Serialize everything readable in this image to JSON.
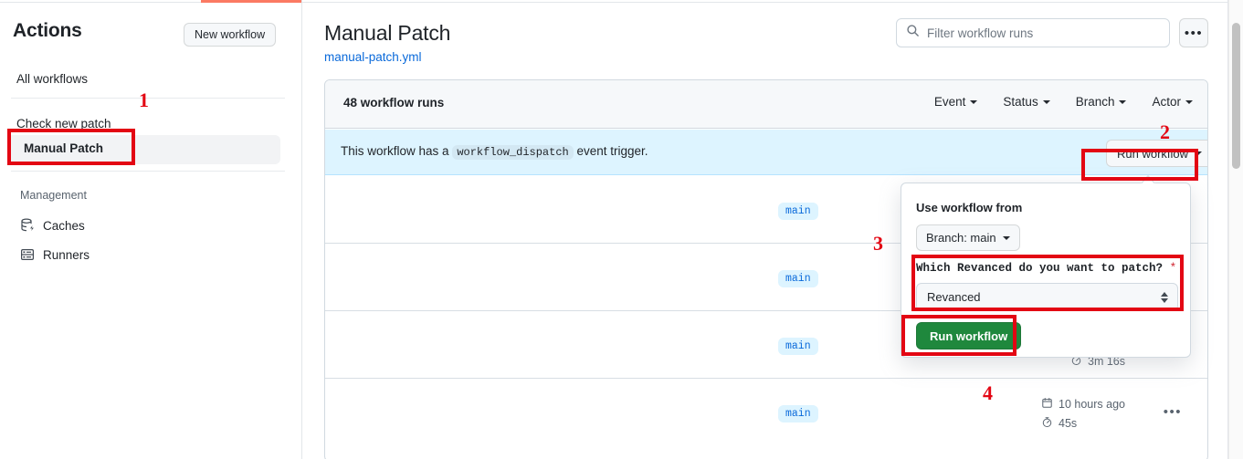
{
  "window": {
    "scrollbar": "vertical-scrollbar"
  },
  "sidebar": {
    "title": "Actions",
    "new_workflow_label": "New workflow",
    "all_workflows": "All workflows",
    "workflows": [
      {
        "label": "Check new patch",
        "active": false
      },
      {
        "label": "Manual Patch",
        "active": true
      }
    ],
    "management_heading": "Management",
    "management_items": [
      {
        "label": "Caches",
        "icon": "cache-icon"
      },
      {
        "label": "Runners",
        "icon": "server-icon"
      }
    ]
  },
  "header": {
    "title": "Manual Patch",
    "subtitle": "manual-patch.yml",
    "search_placeholder": "Filter workflow runs",
    "search_icon": "search-icon",
    "kebab_label": "•••"
  },
  "runs": {
    "count_label": "48 workflow runs",
    "filters": [
      {
        "label": "Event"
      },
      {
        "label": "Status"
      },
      {
        "label": "Branch"
      },
      {
        "label": "Actor"
      }
    ],
    "dispatch_banner": {
      "text_before": "This workflow has a",
      "code": "workflow_dispatch",
      "text_after": "event trigger.",
      "run_workflow_label": "Run workflow"
    },
    "rows": [
      {
        "branch": "main",
        "started": "",
        "duration": "",
        "kebab": ""
      },
      {
        "branch": "main",
        "started": "",
        "duration": "",
        "kebab": ""
      },
      {
        "branch": "main",
        "started": "",
        "duration": "3m 16s",
        "kebab": ""
      },
      {
        "branch": "main",
        "started": "10 hours ago",
        "duration": "45s",
        "kebab": "•••"
      }
    ]
  },
  "dropdown": {
    "use_workflow_from": "Use workflow from",
    "branch_value": "Branch: main",
    "input_question": "Which Revanced do you want to patch?",
    "required_marker": "*",
    "input_value": "Revanced",
    "submit_label": "Run workflow"
  },
  "annotations": {
    "markers": [
      {
        "number": "1"
      },
      {
        "number": "2"
      },
      {
        "number": "3"
      },
      {
        "number": "4"
      }
    ],
    "color": "#e30613"
  }
}
